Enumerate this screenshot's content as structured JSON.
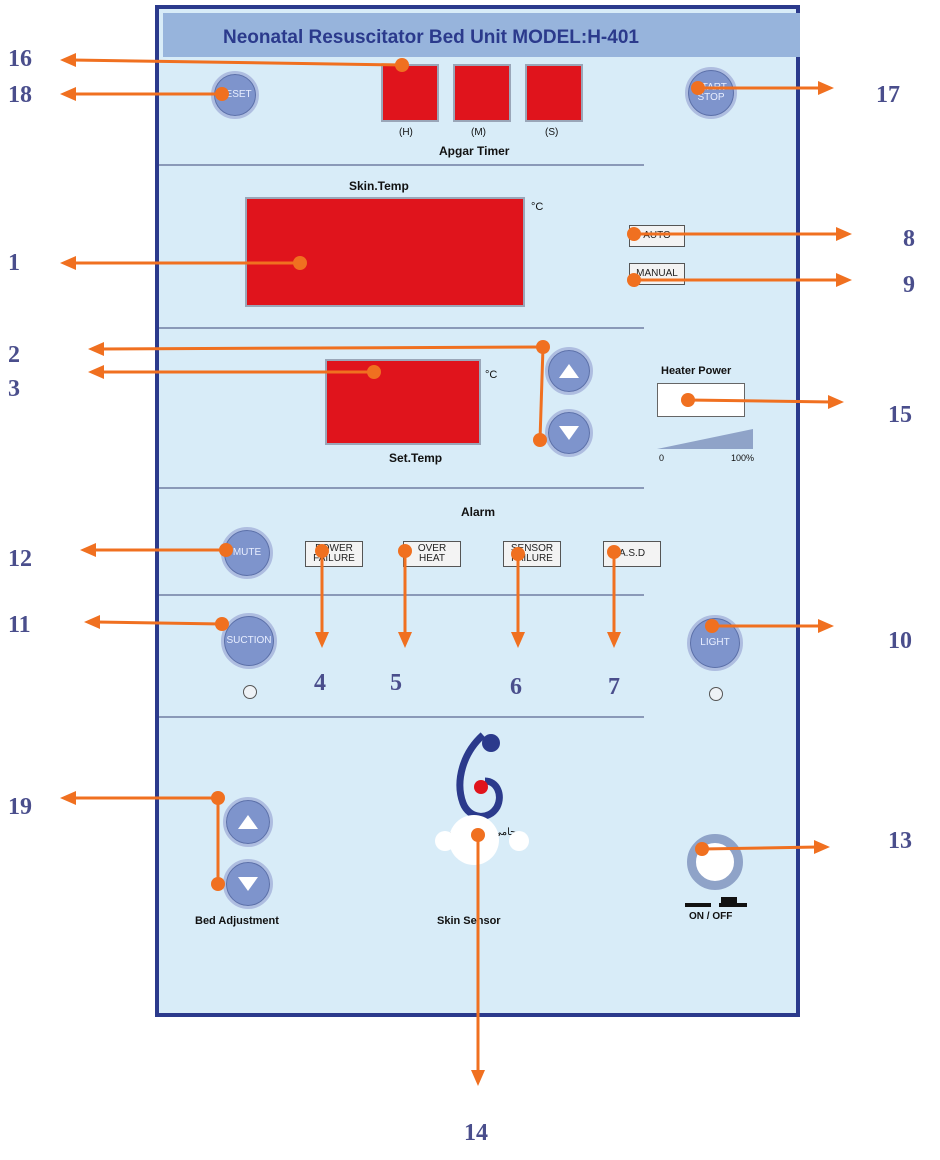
{
  "panel": {
    "title": "Neonatal Resuscitator Bed Unit MODEL:H-401",
    "apgar": {
      "label": "Apgar Timer",
      "units": [
        "(H)",
        "(M)",
        "(S)"
      ]
    },
    "reset_label": "RESET",
    "start_stop": [
      "START",
      "STOP"
    ],
    "skin_temp_label": "Skin.Temp",
    "set_temp_label": "Set.Temp",
    "unit_c": "°C",
    "mode_buttons": {
      "auto": "AUTO",
      "manual": "MANUAL"
    },
    "heater": {
      "label": "Heater Power",
      "min": "0",
      "max": "100%"
    },
    "alarm": {
      "label": "Alarm",
      "mute": "MUTE",
      "indicators": [
        {
          "line1": "POWER",
          "line2": "FAILURE"
        },
        {
          "line1": "OVER",
          "line2": "HEAT"
        },
        {
          "line1": "SENSOR",
          "line2": "FAILURE"
        },
        {
          "line1": "A.S.D",
          "line2": ""
        }
      ]
    },
    "suction_label": "SUCTION",
    "light_label": "LIGHT",
    "logo_text": "حامی نوزاد پارس",
    "bed_adjustment_label": "Bed Adjustment",
    "skin_sensor_label": "Skin Sensor",
    "on_off_label": "ON / OFF"
  },
  "callouts": [
    "1",
    "2",
    "3",
    "4",
    "5",
    "6",
    "7",
    "8",
    "9",
    "10",
    "11",
    "12",
    "13",
    "14",
    "15",
    "16",
    "17",
    "18",
    "19"
  ],
  "colors": {
    "arrow": "#f07020",
    "display": "#e0141c",
    "panel": "#d8ecf8",
    "border": "#2b3a8c",
    "callout": "#4a4e8c"
  }
}
